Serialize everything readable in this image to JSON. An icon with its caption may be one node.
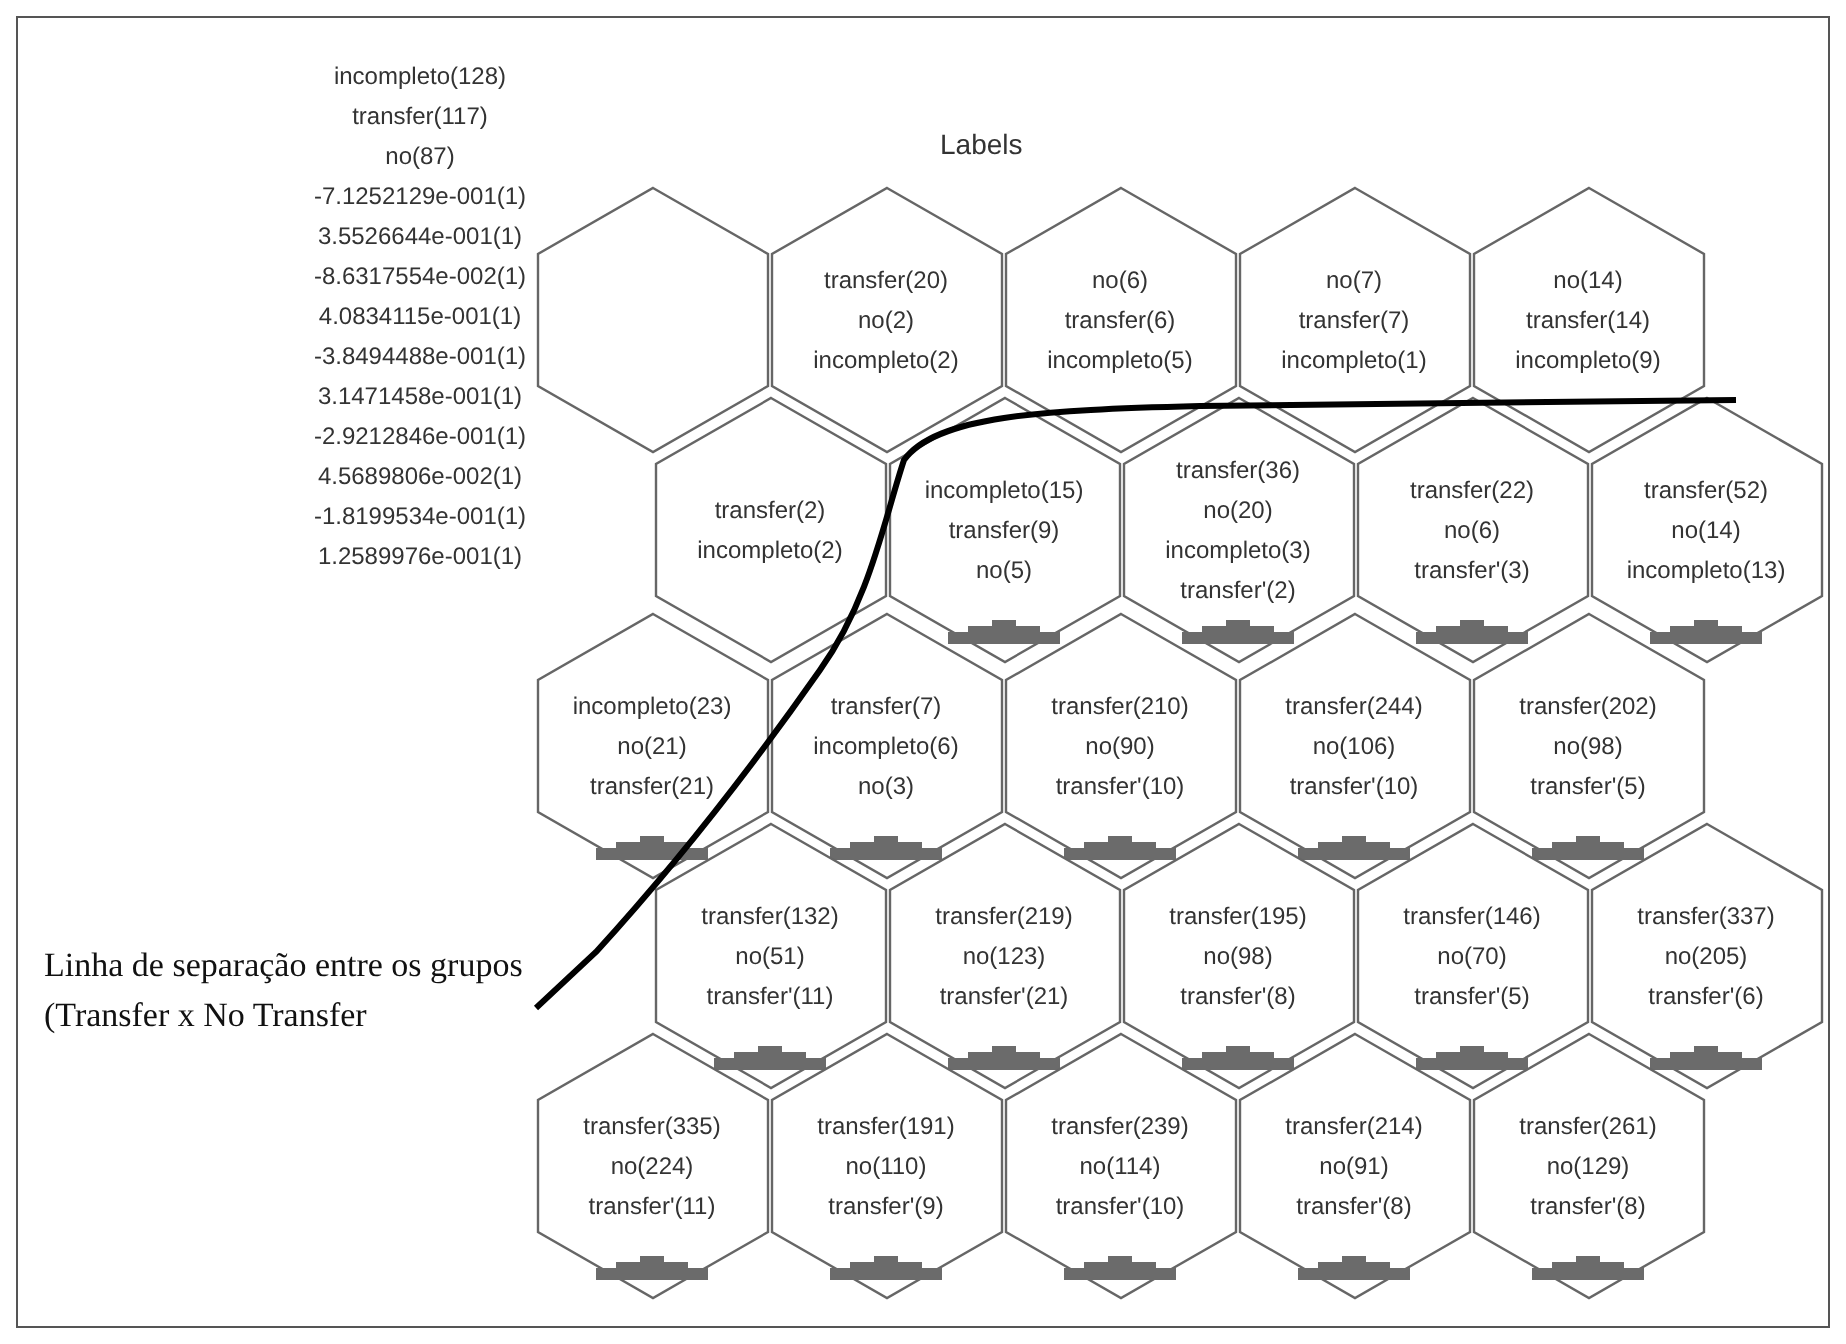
{
  "diagram": {
    "title": "Labels",
    "nodes": [
      {
        "text": [],
        "shape": "hexagon"
      },
      {
        "text": [
          "transfer(20)",
          "no(2)",
          "incompleto(2)"
        ]
      },
      {
        "text": [
          "no(6)",
          "transfer(6)",
          "incompleto(5)"
        ]
      },
      {
        "text": [
          "no(7)",
          "transfer(7)",
          "incompleto(1)"
        ]
      },
      {
        "text": [
          "no(14)",
          "transfer(14)",
          "incompleto(9)"
        ]
      },
      {
        "text": [
          "transfer(2)",
          "incompleto(2)"
        ]
      },
      {
        "text": [
          "incompleto(15)",
          "transfer(9)",
          "no(5)"
        ]
      },
      {
        "text": [
          "transfer(36)",
          "no(20)",
          "incompleto(3)",
          "transfer'(2)"
        ]
      },
      {
        "text": [
          "transfer(22)",
          "no(6)",
          "transfer'(3)"
        ]
      },
      {
        "text": [
          "transfer(52)",
          "no(14)",
          "incompleto(13)"
        ]
      },
      {
        "text": [
          "incompleto(23)",
          "no(21)",
          "transfer(21)"
        ]
      },
      {
        "text": [
          "transfer(7)",
          "incompleto(6)",
          "no(3)"
        ]
      },
      {
        "text": [
          "transfer(210)",
          "no(90)",
          "transfer'(10)"
        ]
      },
      {
        "text": [
          "transfer(244)",
          "no(106)",
          "transfer'(10)"
        ]
      },
      {
        "text": [
          "transfer(202)",
          "no(98)",
          "transfer'(5)"
        ]
      },
      {
        "text": [
          "transfer(132)",
          "no(51)",
          "transfer'(11)"
        ]
      },
      {
        "text": [
          "transfer(219)",
          "no(123)",
          "transfer'(21)"
        ]
      },
      {
        "text": [
          "transfer(195)",
          "no(98)",
          "transfer'(8)"
        ]
      },
      {
        "text": [
          "transfer(146)",
          "no(70)",
          "transfer'(5)"
        ]
      },
      {
        "text": [
          "transfer(337)",
          "no(205)",
          "transfer'(6)"
        ]
      },
      {
        "text": [
          "transfer(335)",
          "no(224)",
          "transfer'(11)"
        ]
      },
      {
        "text": [
          "transfer(191)",
          "no(110)",
          "transfer'(9)"
        ]
      },
      {
        "text": [
          "transfer(239)",
          "no(114)",
          "transfer'(10)"
        ]
      },
      {
        "text": [
          "transfer(214)",
          "no(91)",
          "transfer'(8)"
        ]
      },
      {
        "text": [
          "transfer(261)",
          "no(129)",
          "transfer'(8)"
        ]
      }
    ],
    "labels": [
      "incompleto(128)",
      "transfer(117)",
      "no(87)",
      "-7.1252129e-001(1)",
      "3.5526644e-001(1)",
      "-8.6317554e-002(1)",
      "4.0834115e-001(1)",
      "-3.8494488e-001(1)",
      "3.1471458e-001(1)",
      "-2.9212846e-001(1)",
      "4.5689806e-002(1)",
      "-1.8199534e-001(1)",
      "1.2589976e-001(1)",
      "Linha de separação entre os grupos (Transfer x No Transfer"
    ]
  }
}
